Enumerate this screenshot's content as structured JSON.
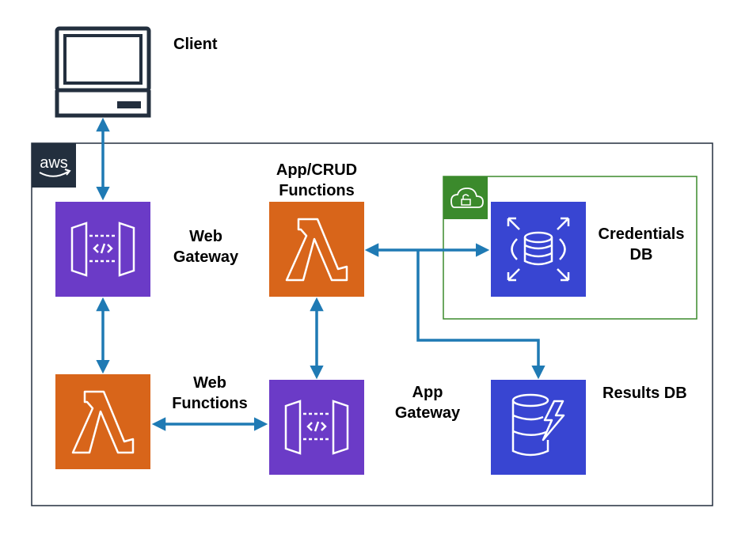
{
  "labels": {
    "client": "Client",
    "web_gateway": [
      "Web",
      "Gateway"
    ],
    "app_crud_functions": [
      "App/CRUD",
      "Functions"
    ],
    "credentials_db": [
      "Credentials",
      "DB"
    ],
    "web_functions": [
      "Web",
      "Functions"
    ],
    "app_gateway": [
      "App",
      "Gateway"
    ],
    "results_db": "Results DB",
    "aws_logo": "aws"
  },
  "icons": {
    "client": "computer-terminal-icon",
    "web_gateway": "api-gateway-icon",
    "app_crud_functions": "lambda-icon",
    "credentials_db": "rds-database-icon",
    "web_functions": "lambda-icon",
    "app_gateway": "api-gateway-icon",
    "results_db": "dynamodb-icon",
    "private_subnet": "cloud-lock-icon"
  },
  "colors": {
    "api_gateway": "#6b3bc7",
    "lambda": "#d8651a",
    "database": "#3845d2",
    "arrow": "#1f7ab4",
    "aws_frame": "#232f3e",
    "private_subnet": "#3b8a2c",
    "client_icon": "#232f3e"
  }
}
